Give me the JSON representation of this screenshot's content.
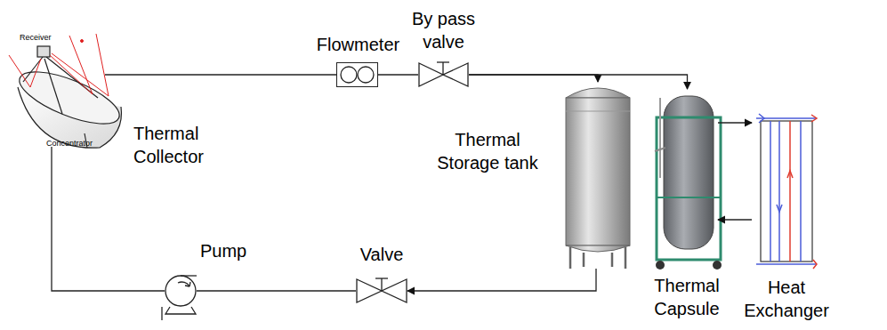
{
  "diagram": {
    "nodes": [
      {
        "text": [
          "Thermal Collector"
        ]
      },
      {
        "text": [
          "Flowmeter"
        ]
      },
      {
        "text": [
          "By pass valve"
        ]
      },
      {
        "text": [
          "Thermal Storage tank"
        ]
      },
      {
        "text": [
          "Thermal Capsule"
        ]
      },
      {
        "text": [
          "Heat Exchanger"
        ]
      },
      {
        "text": [
          "Pump"
        ]
      },
      {
        "text": [
          "Valve"
        ]
      }
    ],
    "edges": [
      {
        "from": 0,
        "to": 1,
        "arrow": "none"
      },
      {
        "from": 1,
        "to": 2,
        "arrow": "none"
      },
      {
        "from": 2,
        "to": 3,
        "arrow": "to"
      },
      {
        "from": 2,
        "to": 4,
        "arrow": "to"
      },
      {
        "from": 3,
        "to": 7,
        "arrow": "to"
      },
      {
        "from": 7,
        "to": 6,
        "arrow": "none"
      },
      {
        "from": 6,
        "to": 0,
        "arrow": "none"
      },
      {
        "from": 4,
        "to": 5,
        "arrow": "to"
      },
      {
        "from": 5,
        "to": 4,
        "arrow": "to"
      }
    ],
    "labels": [
      "Receiver",
      "Concentrator"
    ]
  }
}
